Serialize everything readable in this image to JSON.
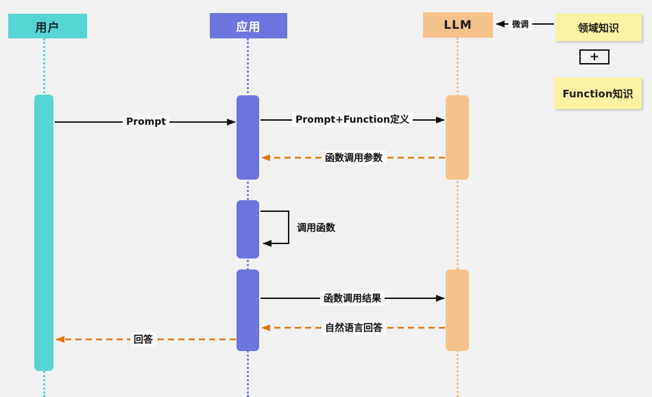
{
  "diagram": {
    "type": "sequence-diagram",
    "background": "#f1f1f1"
  },
  "actors": {
    "user": {
      "label": "用户",
      "color": "#57d5d2"
    },
    "app": {
      "label": "应用",
      "color": "#6e74dd"
    },
    "llm": {
      "label": "LLM",
      "color": "#f5c28c"
    }
  },
  "knowledge": {
    "domain": "领域知识",
    "plus": "+",
    "function": "Function知识",
    "finetune": "微调",
    "box_color": "#f9f2a2"
  },
  "messages": {
    "prompt": "Prompt",
    "prompt_function": "Prompt+Function定义",
    "function_params": "函数调用参数",
    "call_function": "调用函数",
    "function_result": "函数调用结果",
    "natural_answer": "自然语言回答",
    "answer": "回答"
  },
  "colors": {
    "solid_arrow": "#111111",
    "dashed_arrow": "#dd7814"
  }
}
